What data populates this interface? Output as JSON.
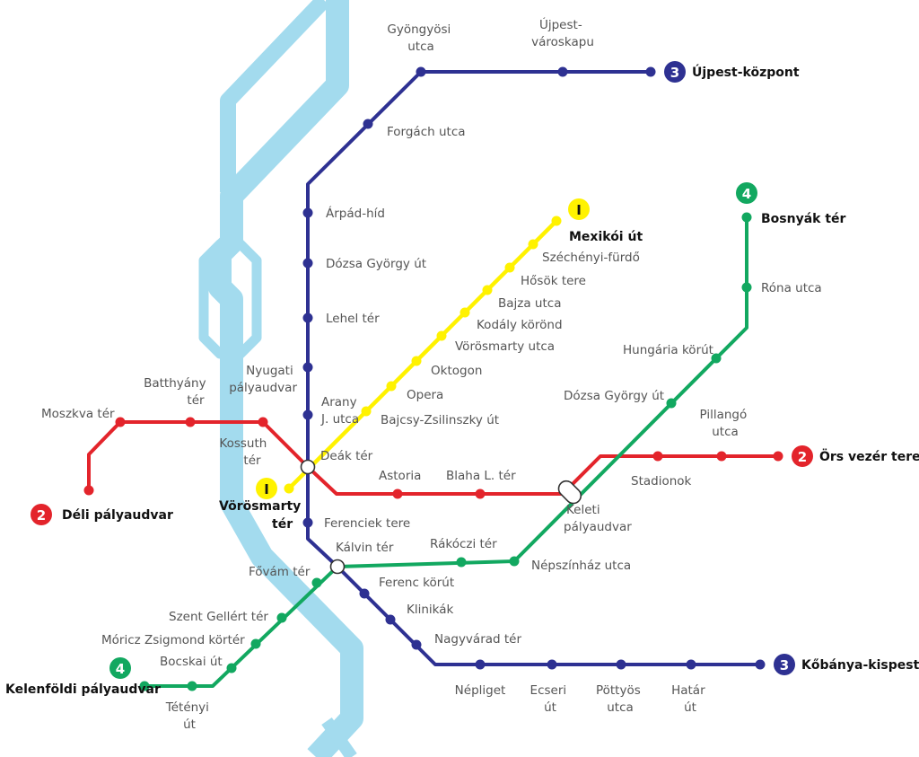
{
  "colors": {
    "river": "#a3dbee",
    "m1": "#fff200",
    "m2": "#e3242b",
    "m3": "#2e3192",
    "m4": "#12a860"
  },
  "terminals": {
    "m1_end": "Mexikói út",
    "m1_start": "Vörösmarty tér",
    "m2_west": "Déli pályaudvar",
    "m2_east": "Örs vezér tere",
    "m3_north": "Újpest-központ",
    "m3_south": "Kőbánya-kispest",
    "m4_north": "Bosnyák tér",
    "m4_south": "Kelenföldi pályaudvar"
  },
  "badges": {
    "m1": "I",
    "m2": "2",
    "m3": "3",
    "m4": "4"
  },
  "stations": {
    "gyongyosi": "Gyöngyösi utca",
    "ujpest_varoskapu": "Újpest-városkapu",
    "forgach": "Forgách utca",
    "arpad_hid": "Árpád-híd",
    "dozsa_gy_m3": "Dózsa György út",
    "lehel": "Lehel tér",
    "nyugati": "Nyugati pályaudvar",
    "arany": "Arany J. utca",
    "deak": "Deák tér",
    "ferenciek": "Ferenciek tere",
    "kalvin": "Kálvin tér",
    "ferenc_korut": "Ferenc körút",
    "klinikak": "Klinikák",
    "nagyvarad": "Nagyvárad tér",
    "nepliget": "Népliget",
    "ecseri": "Ecseri út",
    "pottyos": "Pöttyös utca",
    "hatar": "Határ út",
    "szechenyi": "Széchényi-fürdő",
    "hosok": "Hősök tere",
    "bajza": "Bajza utca",
    "kodaly": "Kodály körönd",
    "vorosmarty_utca": "Vörösmarty utca",
    "oktogon": "Oktogon",
    "opera": "Opera",
    "bajcsy": "Bajcsy-Zsilinszky út",
    "moszkva": "Moszkva tér",
    "batthyany": "Batthyány tér",
    "kossuth": "Kossuth tér",
    "astoria": "Astoria",
    "blaha": "Blaha L. tér",
    "keleti": "Keleti pályaudvar",
    "stadionok": "Stadionok",
    "pillango": "Pillangó utca",
    "rona": "Róna utca",
    "hungaria": "Hungária körút",
    "dozsa_gy_m4": "Dózsa György út",
    "nepszinhaz": "Népszínház utca",
    "rakoczi": "Rákóczi tér",
    "fovam": "Fővám tér",
    "szent_gellert": "Szent Gellért tér",
    "moricz": "Móricz Zsigmond körtér",
    "bocskai": "Bocskai út",
    "tetenyi": "Tétényi út"
  }
}
